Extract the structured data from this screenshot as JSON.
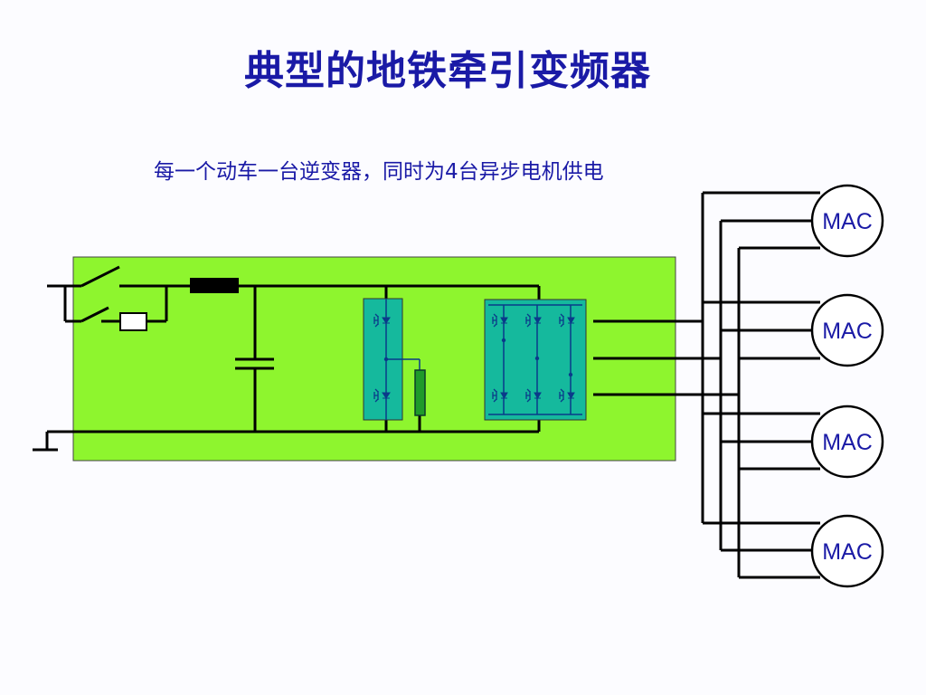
{
  "title": "典型的地铁牵引变频器",
  "subtitle": "每一个动车一台逆变器，同时为4台异步电机供电",
  "motors": [
    {
      "label": "MAC"
    },
    {
      "label": "MAC"
    },
    {
      "label": "MAC"
    },
    {
      "label": "MAC"
    }
  ],
  "colors": {
    "panel": "#8ef52e",
    "module": "#15b99d",
    "resistor": "#1f9a2a",
    "wire": "#000000",
    "text": "#1a1aa6"
  }
}
